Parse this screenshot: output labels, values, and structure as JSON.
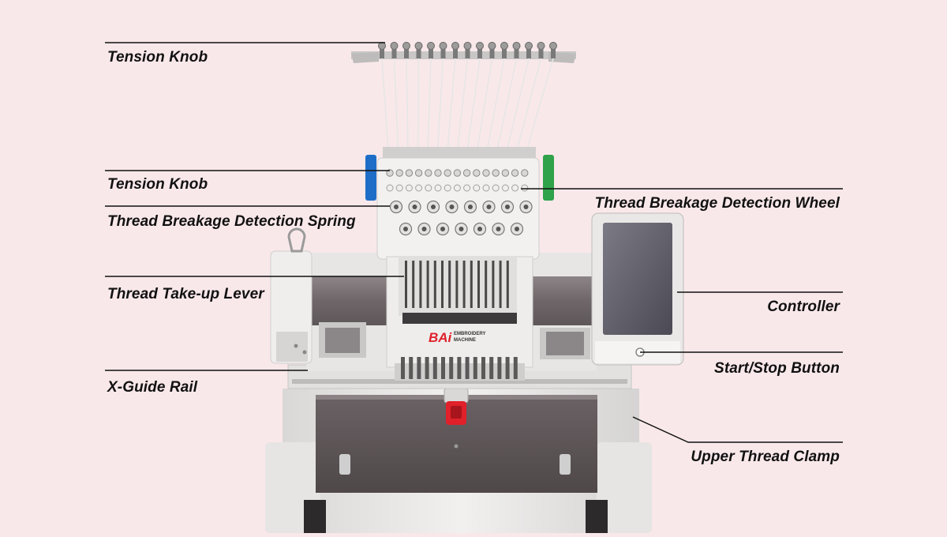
{
  "diagram": {
    "callouts": [
      {
        "id": "tension-knob-top",
        "text": "Tension Knob"
      },
      {
        "id": "tension-knob-mid",
        "text": "Tension Knob"
      },
      {
        "id": "breakage-spring",
        "text": "Thread Breakage Detection Spring"
      },
      {
        "id": "take-up-lever",
        "text": "Thread Take-up Lever"
      },
      {
        "id": "x-guide-rail",
        "text": "X-Guide Rail"
      },
      {
        "id": "breakage-wheel",
        "text": "Thread Breakage Detection Wheel"
      },
      {
        "id": "controller",
        "text": "Controller"
      },
      {
        "id": "start-stop",
        "text": "Start/Stop Button"
      },
      {
        "id": "upper-clamp",
        "text": "Upper Thread Clamp"
      }
    ],
    "logo": {
      "brand": "BAi",
      "line1": "EMBROIDERY",
      "line2": "MACHINE"
    }
  },
  "colors": {
    "background": "#f9e8ea",
    "machine_body": "#ecebea",
    "machine_dark": "#7c7476",
    "brand_red": "#e0202a",
    "thread_blue": "#1e6ec8",
    "thread_green": "#2fa24a"
  }
}
